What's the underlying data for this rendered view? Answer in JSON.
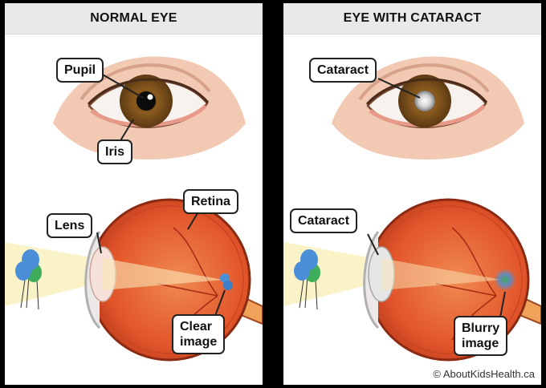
{
  "panels": {
    "left": {
      "title": "NORMAL EYE",
      "labels": {
        "pupil": "Pupil",
        "iris": "Iris",
        "lens": "Lens",
        "retina": "Retina",
        "image_line1": "Clear",
        "image_line2": "image"
      }
    },
    "right": {
      "title": "EYE WITH CATARACT",
      "labels": {
        "cataract_front": "Cataract",
        "cataract_side": "Cataract",
        "image_line1": "Blurry",
        "image_line2": "image"
      }
    }
  },
  "copyright": "© AboutKidsHealth.ca",
  "colors": {
    "iris": "#8a5a1e",
    "skin": "#f2c9b3",
    "eyeball": "#e2552a",
    "light_beam": "#fbf3c8",
    "balloon_blue": "#4a8fd8",
    "balloon_green": "#3fae5a"
  }
}
